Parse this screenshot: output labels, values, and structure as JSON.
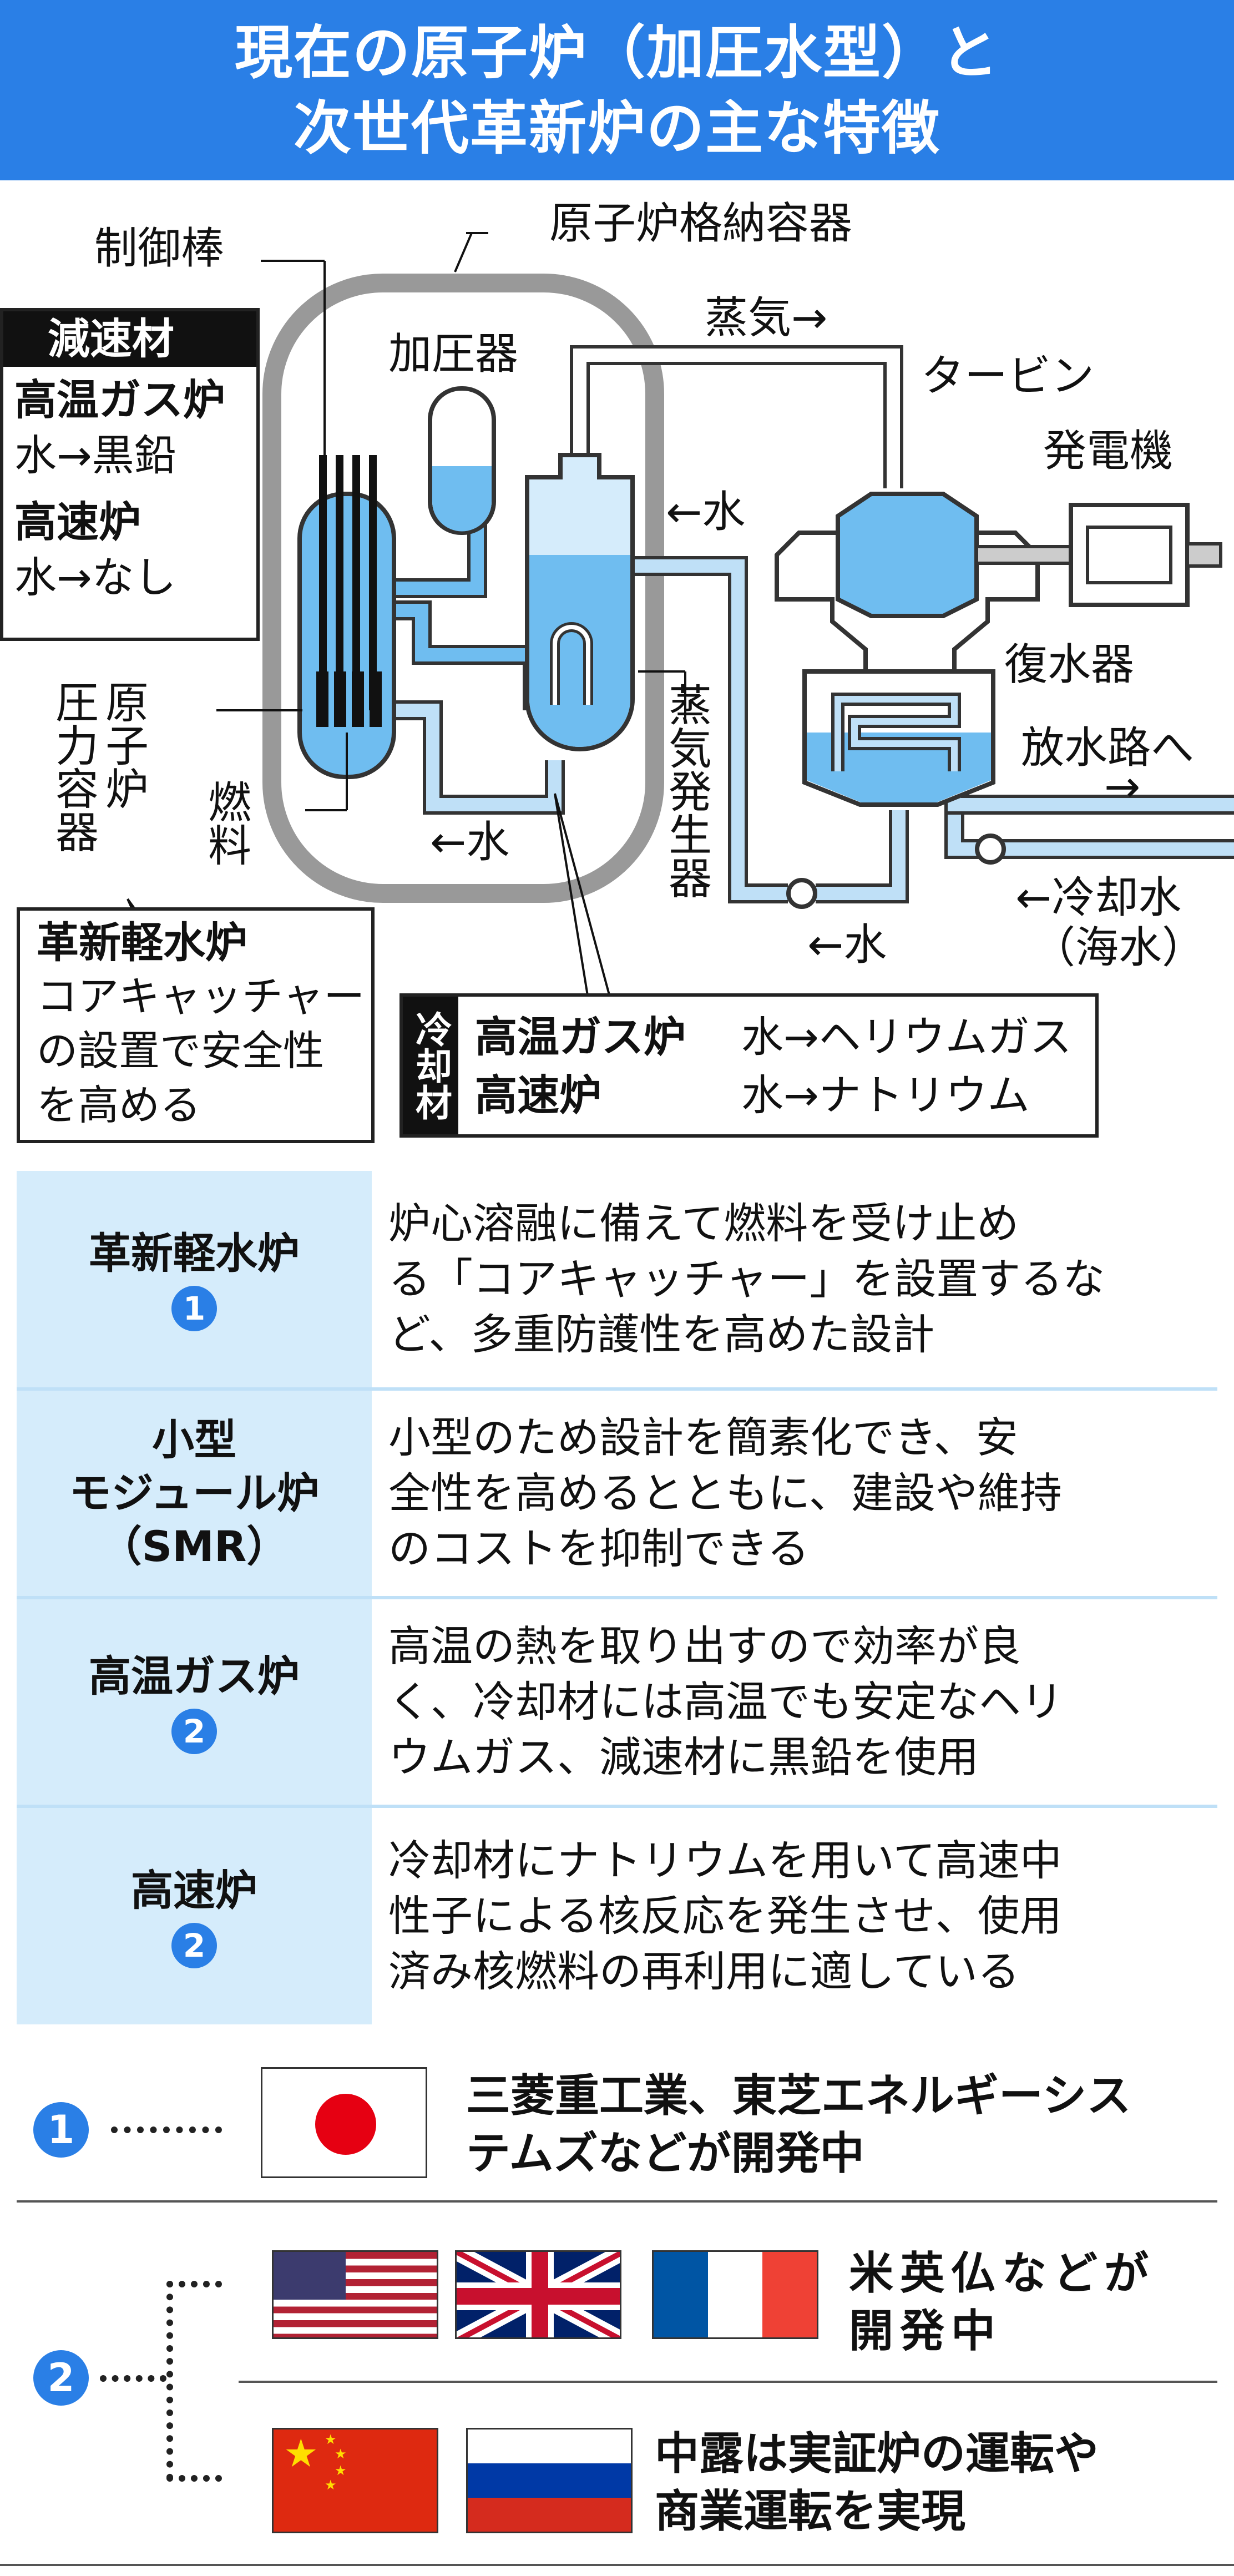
{
  "title": {
    "line1": "現在の原子炉（加圧水型）と",
    "line2": "次世代革新炉の主な特徴"
  },
  "diagram": {
    "control_rod": "制御棒",
    "containment": "原子炉格納容器",
    "pressurizer": "加圧器",
    "steam": "蒸気→",
    "turbine": "タービン",
    "generator": "発電機",
    "water_top": "←水",
    "condenser": "復水器",
    "to_discharge": "放水路へ",
    "discharge_arrow": "→",
    "reactor_core_v": "原子炉",
    "pressure_vessel_v": "圧力容器",
    "fuel_v": "燃料",
    "water_bottom": "←水",
    "steam_generator_v": "蒸気発生器",
    "water_right": "←水",
    "cooling_water": "←冷却水",
    "seawater": "（海水）",
    "moderator": {
      "header": "減速材",
      "htgr": "高温ガス炉",
      "htgr_change": "水→黒鉛",
      "fbr": "高速炉",
      "fbr_change": "水→なし"
    },
    "innovative": {
      "title": "革新軽水炉",
      "l1": "コアキャッチャー",
      "l2": "の設置で安全性",
      "l3": "を高める"
    },
    "coolant": {
      "header": "冷却材",
      "htgr": "高温ガス炉",
      "htgr_change": "水→ヘリウムガス",
      "fbr": "高速炉",
      "fbr_change": "水→ナトリウム"
    }
  },
  "table": [
    {
      "name": [
        "革新軽水炉"
      ],
      "num": "1",
      "desc": [
        "炉心溶融に備えて燃料を受け止め",
        "る「コアキャッチャー」を設置するな",
        "ど、多重防護性を高めた設計"
      ]
    },
    {
      "name": [
        "小型",
        "モジュール炉",
        "（SMR）"
      ],
      "num": "",
      "desc": [
        "小型のため設計を簡素化でき、安",
        "全性を高めるとともに、建設や維持",
        "のコストを抑制できる"
      ]
    },
    {
      "name": [
        "高温ガス炉"
      ],
      "num": "2",
      "desc": [
        "高温の熱を取り出すので効率が良",
        "く、冷却材には高温でも安定なヘリ",
        "ウムガス、減速材に黒鉛を使用"
      ]
    },
    {
      "name": [
        "高速炉"
      ],
      "num": "2",
      "desc": [
        "冷却材にナトリウムを用いて高速中",
        "性子による核反応を発生させ、使用",
        "済み核燃料の再利用に適している"
      ]
    }
  ],
  "legend": {
    "one_num": "1",
    "one_text": [
      "三菱重工業、東芝エネルギーシス",
      "テムズなどが開発中"
    ],
    "two_num": "2",
    "west_text": [
      "米英仏などが",
      "開発中"
    ],
    "east_text": [
      "中露は実証炉の運転や",
      "商業運転を実現"
    ]
  },
  "colors": {
    "brand_blue": "#2a7fe6",
    "light_blue": "#d5ecfb",
    "water_blue": "#6fbdf0",
    "pipe_blue": "#bfe0f7"
  }
}
